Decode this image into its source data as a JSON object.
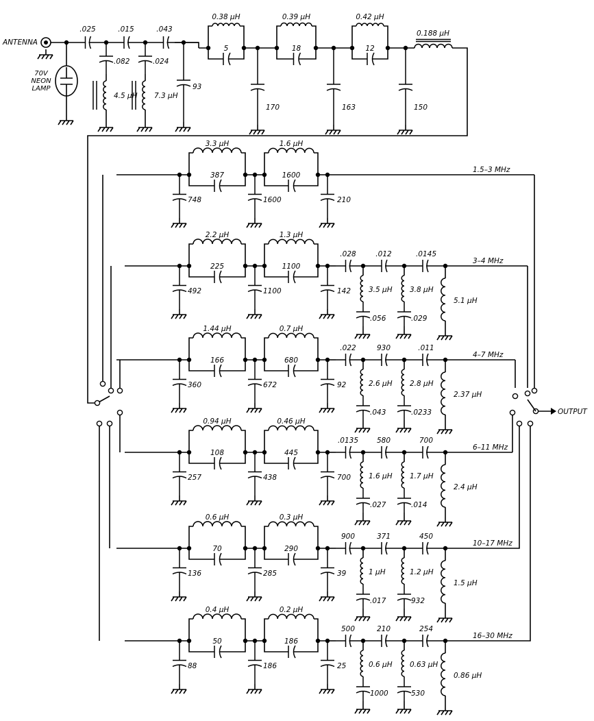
{
  "labels": {
    "antenna": "ANTENNA",
    "lamp_lines": [
      "70V",
      "NEON",
      "LAMP"
    ],
    "output": "OUTPUT"
  },
  "main_filter": {
    "series_caps": [
      ".025",
      ".015",
      ".043"
    ],
    "shunt_caps": [
      ".082",
      ".024"
    ],
    "shunt_inductors": [
      "4.5 µH",
      "7.3 µH"
    ],
    "shunt_93": "93",
    "traps": [
      {
        "L": "0.38 µH",
        "C": "5",
        "shunt": "170"
      },
      {
        "L": "0.39 µH",
        "C": "18",
        "shunt": "163"
      },
      {
        "L": "0.42 µH",
        "C": "12",
        "shunt": "150"
      }
    ],
    "end_inductor": "0.188 µH"
  },
  "bands": [
    {
      "name": "1.5–3 MHz",
      "c1": "748",
      "t1L": "3.3 µH",
      "t1C": "387",
      "c2": "1600",
      "t2L": "1.6 µH",
      "t2C": "1600",
      "c3": "210"
    },
    {
      "name": "3–4 MHz",
      "c1": "492",
      "t1L": "2.2 µH",
      "t1C": "225",
      "c2": "1100",
      "t2L": "1.3 µH",
      "t2C": "1100",
      "c3": "142",
      "hp": {
        "s1": ".028",
        "l1": "3.5 µH",
        "cl1": ".056",
        "s2": ".012",
        "l2": "3.8 µH",
        "cl2": ".029",
        "s3": ".0145",
        "l3": "5.1 µH"
      }
    },
    {
      "name": "4–7 MHz",
      "c1": "360",
      "t1L": "1.44 µH",
      "t1C": "166",
      "c2": "672",
      "t2L": "0.7 µH",
      "t2C": "680",
      "c3": "92",
      "hp": {
        "s1": ".022",
        "l1": "2.6 µH",
        "cl1": ".043",
        "s2": "930",
        "l2": "2.8 µH",
        "cl2": ".0233",
        "s3": ".011",
        "l3": "2.37 µH"
      }
    },
    {
      "name": "6–11 MHz",
      "c1": "257",
      "t1L": "0.94 µH",
      "t1C": "108",
      "c2": "438",
      "t2L": "0.46 µH",
      "t2C": "445",
      "c3": "700",
      "hp": {
        "s1": ".0135",
        "l1": "1.6 µH",
        "cl1": ".027",
        "s2": "580",
        "l2": "1.7 µH",
        "cl2": ".014",
        "s3": "700",
        "l3": "2.4 µH"
      }
    },
    {
      "name": "10–17 MHz",
      "c1": "136",
      "t1L": "0.6 µH",
      "t1C": "70",
      "c2": "285",
      "t2L": "0.3 µH",
      "t2C": "290",
      "c3": "39",
      "hp": {
        "s1": "900",
        "l1": "1 µH",
        "cl1": ".017",
        "s2": "371",
        "l2": "1.2 µH",
        "cl2": "932",
        "s3": "450",
        "l3": "1.5 µH"
      }
    },
    {
      "name": "16–30 MHz",
      "c1": "88",
      "t1L": "0.4 µH",
      "t1C": "50",
      "c2": "186",
      "t2L": "0.2 µH",
      "t2C": "186",
      "c3": "25",
      "hp": {
        "s1": "500",
        "l1": "0.6 µH",
        "cl1": "1000",
        "s2": "210",
        "l2": "0.63 µH",
        "cl2": "530",
        "s3": "254",
        "l3": "0.86 µH"
      }
    }
  ]
}
